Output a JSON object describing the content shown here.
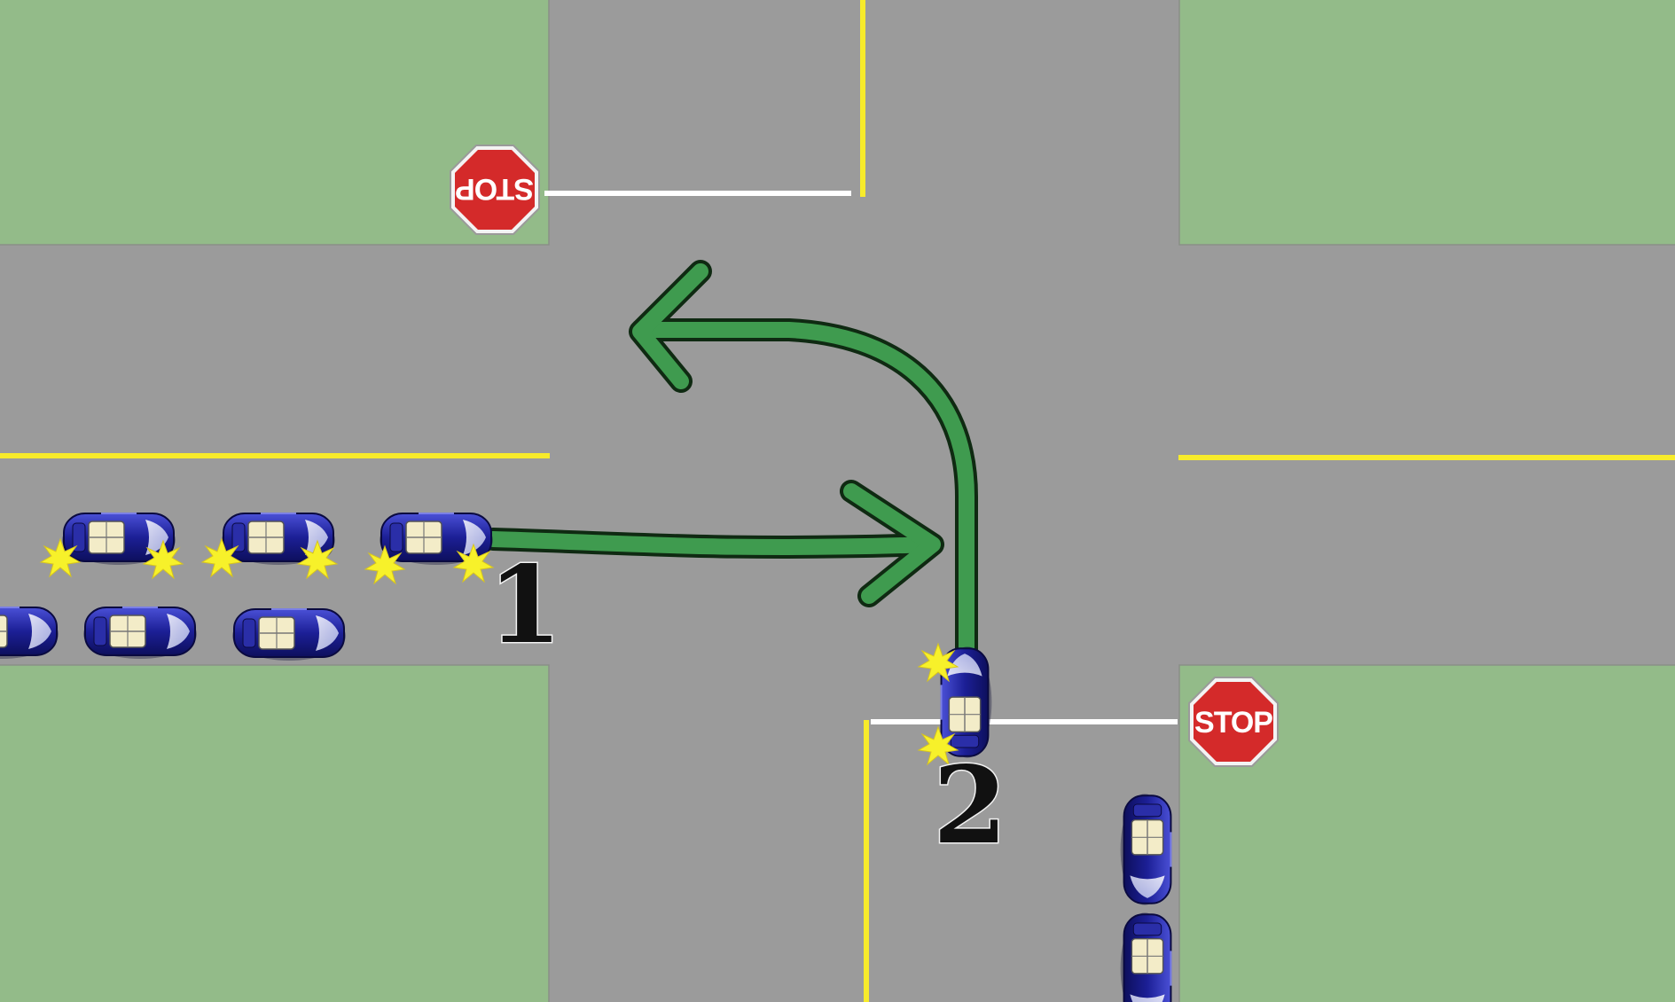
{
  "scene": {
    "colors": {
      "grass": "#93bb89",
      "asphalt": "#9b9b9b",
      "center_line": "#f7eb2b",
      "stop_line": "#ffffff",
      "arrow": "#3f9b4f",
      "car_body": "#1c1f96",
      "signal_flash": "#f7f12a",
      "stop_sign": "#d42a2a"
    },
    "labels": {
      "vehicle_1": "1",
      "vehicle_2": "2"
    },
    "signs": {
      "stop_text": "STOP"
    },
    "icons": {
      "arrow_straight": "arrow-right",
      "arrow_left_turn": "arrow-turn-left",
      "car": "car-top-view",
      "turn_signal": "starburst"
    }
  }
}
